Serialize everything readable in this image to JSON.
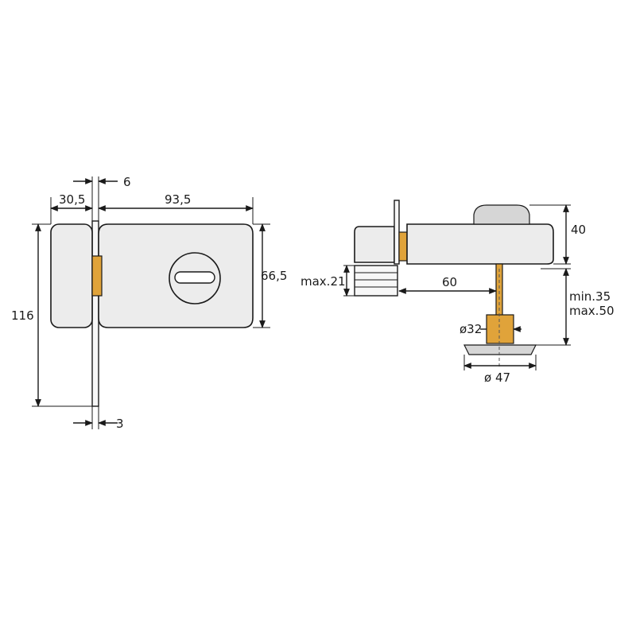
{
  "colors": {
    "line": "#1a1a1a",
    "housing": "#ececec",
    "brass": "#e0a33a",
    "background": "#ffffff"
  },
  "front_view": {
    "dim_plate_gap": "6",
    "dim_left_width": "30,5",
    "dim_main_width": "93,5",
    "dim_height_total": "116",
    "dim_housing_height": "66,5",
    "dim_plate_thickness": "3"
  },
  "side_view": {
    "dim_height": "40",
    "dim_bolt": "max.21",
    "dim_offset": "60",
    "dim_door_thickness": "min.35\nmax.50",
    "dim_door_min": "min.35",
    "dim_door_max": "max.50",
    "dim_cylinder_dia": "ø32",
    "dim_rosette_dia": "ø 47"
  }
}
